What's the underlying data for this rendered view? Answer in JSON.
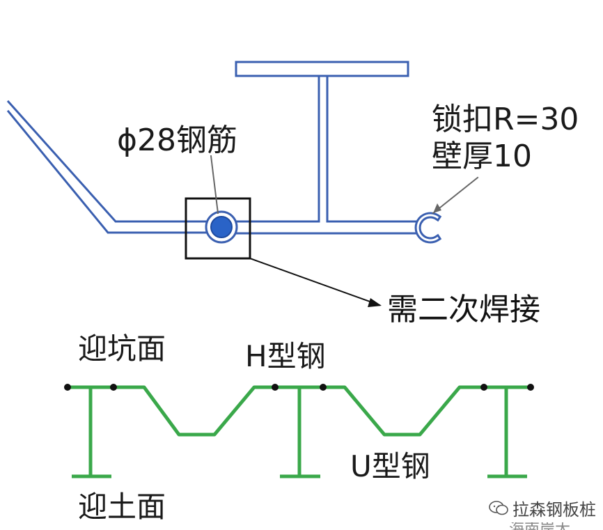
{
  "labels": {
    "rebar": "ϕ28钢筋",
    "lock_line1": "锁扣R=30",
    "lock_line2": "壁厚10",
    "weld_note": "需二次焊接",
    "pit_face": "迎坑面",
    "soil_face": "迎土面",
    "h_steel": "H型钢",
    "u_steel": "U型钢"
  },
  "watermark": {
    "icon": "wechat-icon",
    "text": "拉森钢板桩",
    "partial_line": "…… 海南岸大钢桩"
  },
  "colors": {
    "blue_outline": "#3a5fb0",
    "blue_fill": "#2a63c7",
    "green": "#3aa84a",
    "black": "#111111"
  }
}
